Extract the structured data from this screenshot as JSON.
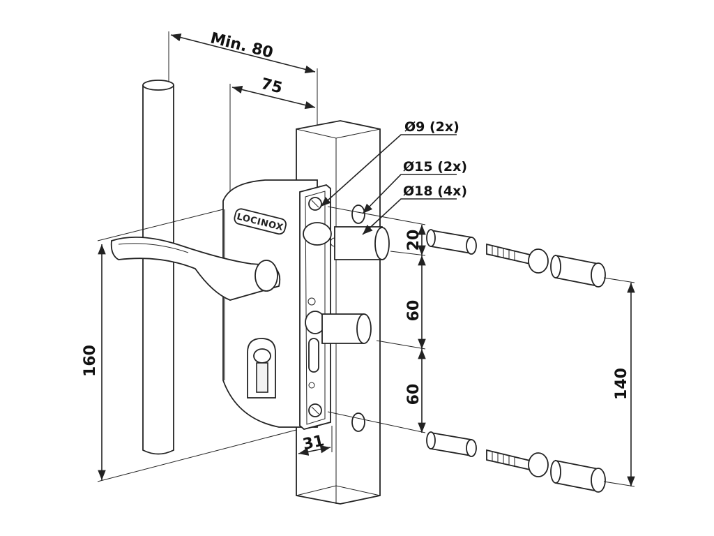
{
  "diagram": {
    "brand_label": "LOCINOX",
    "dimensions": {
      "min_width": "Min. 80",
      "width": "75",
      "height_total": "160",
      "profile_depth": "31",
      "spacing_top": "20",
      "spacing_mid": "60",
      "spacing_bottom": "60",
      "bolt_distance": "140"
    },
    "callouts": {
      "hole_9": "Ø9 (2x)",
      "hole_15": "Ø15 (2x)",
      "hole_18": "Ø18 (4x)"
    },
    "colors": {
      "line": "#222222",
      "background": "#ffffff"
    }
  }
}
